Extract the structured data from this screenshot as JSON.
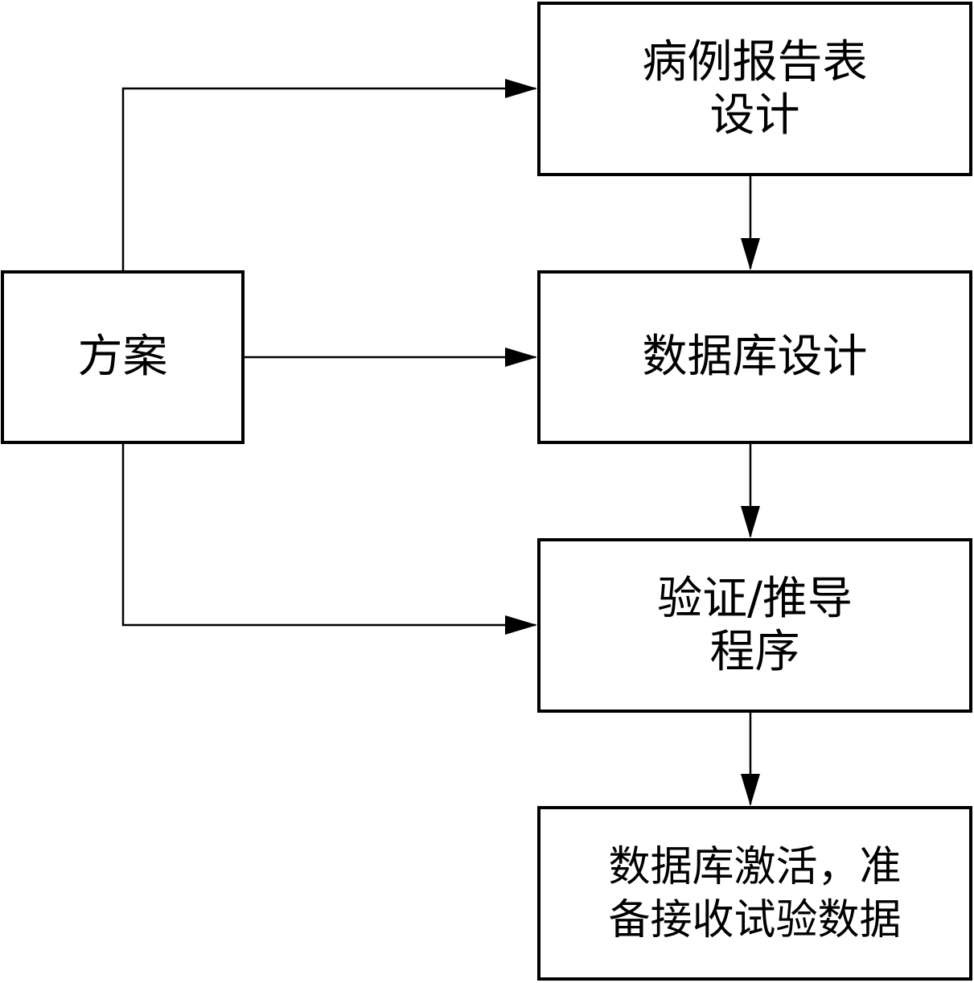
{
  "nodes": {
    "plan": {
      "lines": [
        "方案"
      ]
    },
    "crf_design": {
      "lines": [
        "病例报告表",
        "设计"
      ]
    },
    "database_design": {
      "lines": [
        "数据库设计"
      ]
    },
    "validation_program": {
      "lines": [
        "验证/推导",
        "程序"
      ]
    },
    "database_activation": {
      "lines": [
        "数据库激活，准",
        "备接收试验数据"
      ]
    }
  },
  "colors": {
    "stroke": "#000000",
    "background": "#ffffff"
  }
}
